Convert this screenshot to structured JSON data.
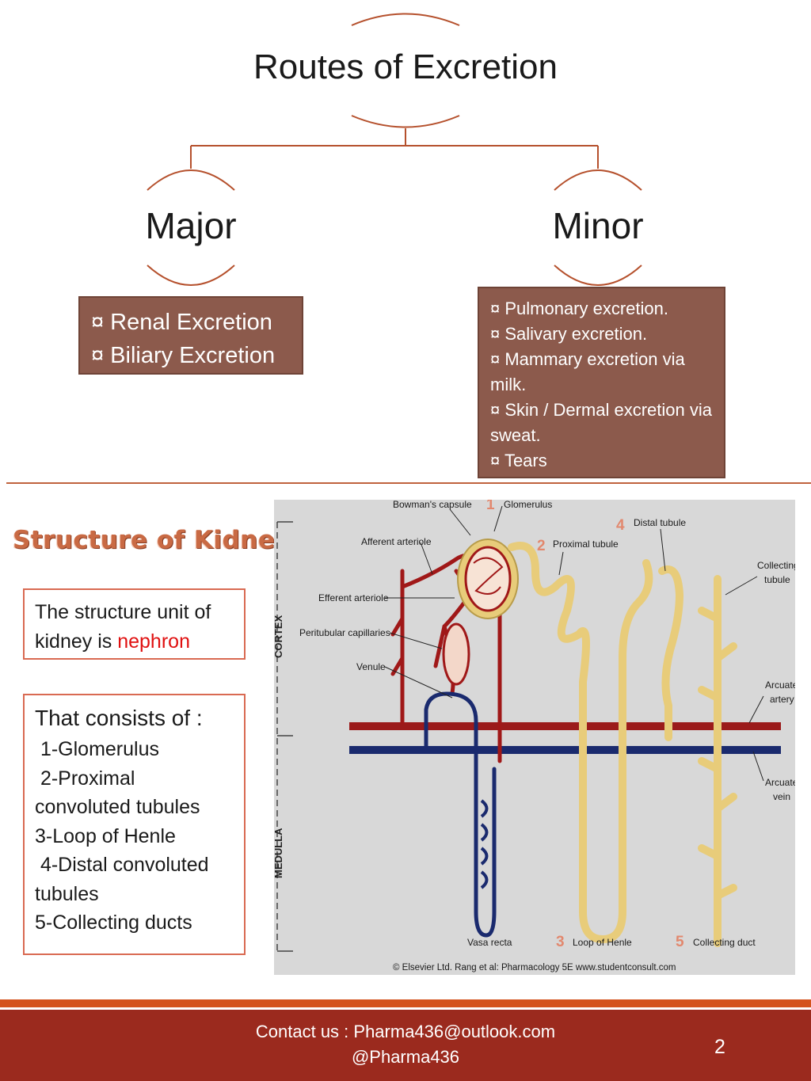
{
  "title": "Routes of Excretion",
  "major": {
    "label": "Major",
    "items": [
      "¤ Renal Excretion",
      "¤ Biliary Excretion"
    ]
  },
  "minor": {
    "label": "Minor",
    "items": [
      "¤ Pulmonary excretion.",
      "¤ Salivary excretion.",
      "¤ Mammary excretion via milk.",
      "¤ Skin / Dermal excretion via sweat.",
      "¤ Tears"
    ]
  },
  "kidney": {
    "heading": "Structure of Kidney:",
    "unit_text": "The structure unit of kidney is",
    "unit_word": "nephron",
    "consists_title": "That consists of :",
    "consists_items": [
      " 1-Glomerulus",
      " 2-Proximal convoluted tubules",
      "3-Loop of Henle",
      " 4-Distal convoluted tubules",
      "5-Collecting ducts"
    ]
  },
  "diagram": {
    "labels": {
      "bowmans": "Bowman's capsule",
      "glomerulus": "Glomerulus",
      "afferent": "Afferent arteriole",
      "efferent": "Efferent arteriole",
      "peritubular": "Peritubular capillaries",
      "venule": "Venule",
      "proximal": "Proximal tubule",
      "distal": "Distal tubule",
      "collecting_tubule_1": "Collecting",
      "collecting_tubule_2": "tubule",
      "arcuate_artery_1": "Arcuate",
      "arcuate_artery_2": "artery",
      "arcuate_vein_1": "Arcuate",
      "arcuate_vein_2": "vein",
      "cortex": "CORTEX",
      "medulla": "MEDULLA",
      "vasa_recta": "Vasa recta",
      "loop": "Loop of Henle",
      "collecting_duct": "Collecting duct",
      "credit": "© Elsevier Ltd. Rang et al: Pharmacology 5E www.studentconsult.com"
    },
    "numbers": [
      "1",
      "2",
      "3",
      "4",
      "5"
    ]
  },
  "footer": {
    "contact": "Contact us : Pharma436@outlook.com",
    "handle": "@Pharma436",
    "page": "2"
  },
  "colors": {
    "accent": "#c0633d",
    "box_brown": "#8c5a4c",
    "footer": "#9b2a1e",
    "artery": "#a01818",
    "vein": "#1a2a6e",
    "tubule": "#e8cc7a"
  }
}
